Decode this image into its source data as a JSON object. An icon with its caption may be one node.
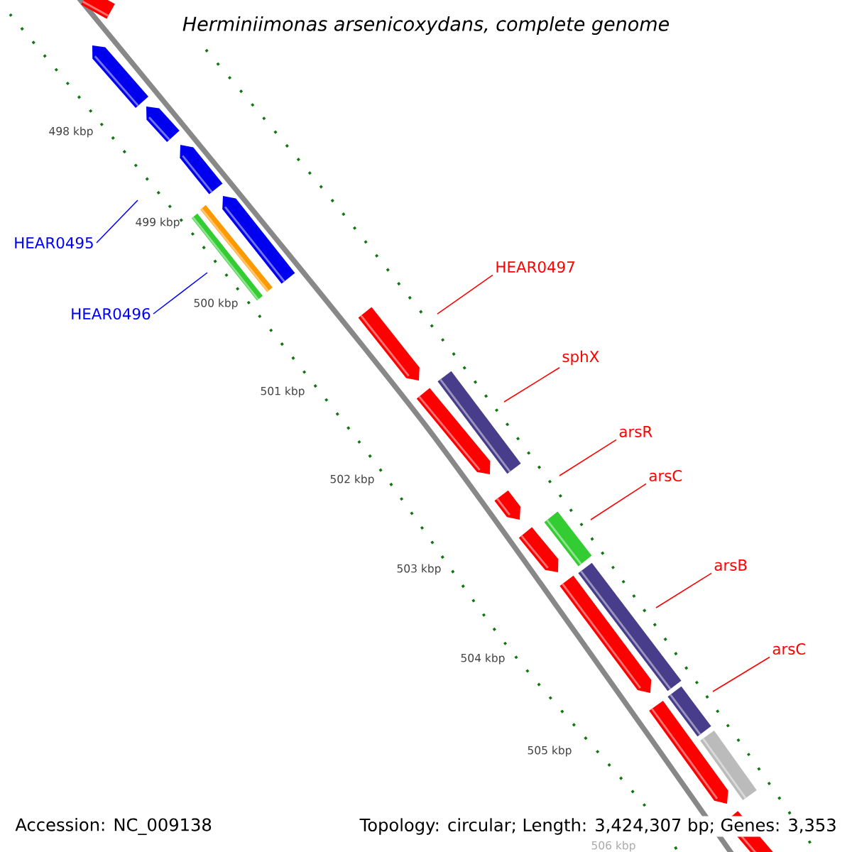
{
  "diagram": {
    "title": "Herminiimonas arsenicoxydans, complete genome",
    "nodes": [
      {
        "text": [
          "HEAR0495"
        ]
      },
      {
        "text": [
          "HEAR0496"
        ]
      },
      {
        "text": [
          "HEAR0497"
        ]
      },
      {
        "text": [
          "sphX"
        ]
      },
      {
        "text": [
          "arsR"
        ]
      },
      {
        "text": [
          "arsC"
        ]
      },
      {
        "text": [
          "arsB"
        ]
      },
      {
        "text": [
          "arsC"
        ]
      }
    ],
    "edges": [
      {
        "from": 0,
        "to": null,
        "arrow": "none",
        "color": "#0000ff"
      },
      {
        "from": 1,
        "to": null,
        "arrow": "none",
        "color": "#0000ff"
      },
      {
        "from": 2,
        "to": null,
        "arrow": "none"
      },
      {
        "from": 3,
        "to": null,
        "arrow": "none"
      },
      {
        "from": 4,
        "to": null,
        "arrow": "none"
      },
      {
        "from": 5,
        "to": null,
        "arrow": "none"
      },
      {
        "from": 6,
        "to": null,
        "arrow": "none"
      },
      {
        "from": 7,
        "to": null,
        "arrow": "none"
      }
    ],
    "labels": [
      "498 kbp",
      "499 kbp",
      "500 kbp",
      "501 kbp",
      "502 kbp",
      "503 kbp",
      "504 kbp",
      "505 kbp",
      "506 kbp",
      "Accession: NC_009138",
      "Topology: circular; Length: 3,424,307 bp; Genes: 3,353"
    ]
  }
}
